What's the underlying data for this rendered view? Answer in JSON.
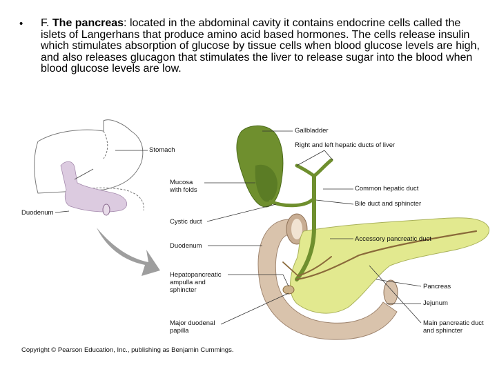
{
  "slide": {
    "bullet": "•",
    "heading_prefix": "F. ",
    "heading_term": "The pancreas",
    "body": ": located in the abdominal cavity it contains endocrine cells called the islets of Langerhans that produce amino acid based hormones. The cells release insulin which stimulates absorption of glucose by tissue cells when blood glucose levels are high, and also releases glucagon that stimulates the liver to release sugar into the blood when blood glucose levels are low."
  },
  "figure": {
    "labels": {
      "stomach": "Stomach",
      "duodenum_small": "Duodenum",
      "gallbladder": "Gallbladder",
      "hepatic_ducts": "Right and left hepatic ducts of liver",
      "mucosa": "Mucosa\nwith folds",
      "common_hepatic": "Common hepatic duct",
      "bile_duct": "Bile duct and sphincter",
      "cystic_duct": "Cystic duct",
      "accessory_duct": "Accessory pancreatic duct",
      "duodenum": "Duodenum",
      "hepatopancreatic": "Hepatopancreatic\nampulla and\nsphincter",
      "pancreas": "Pancreas",
      "jejunum": "Jejunum",
      "major_papilla": "Major duodenal\npapilla",
      "main_duct": "Main pancreatic duct\nand sphincter"
    },
    "copyright": "Copyright © Pearson Education, Inc., publishing as Benjamin Cummings."
  },
  "colors": {
    "gallbladder": "#6f8f2e",
    "pancreas": "#e2e98f",
    "duodenum": "#d9c3ac",
    "duct": "#8a6a3a",
    "arrow": "#9e9e9e",
    "pancreas_small": "#dccbe0"
  }
}
